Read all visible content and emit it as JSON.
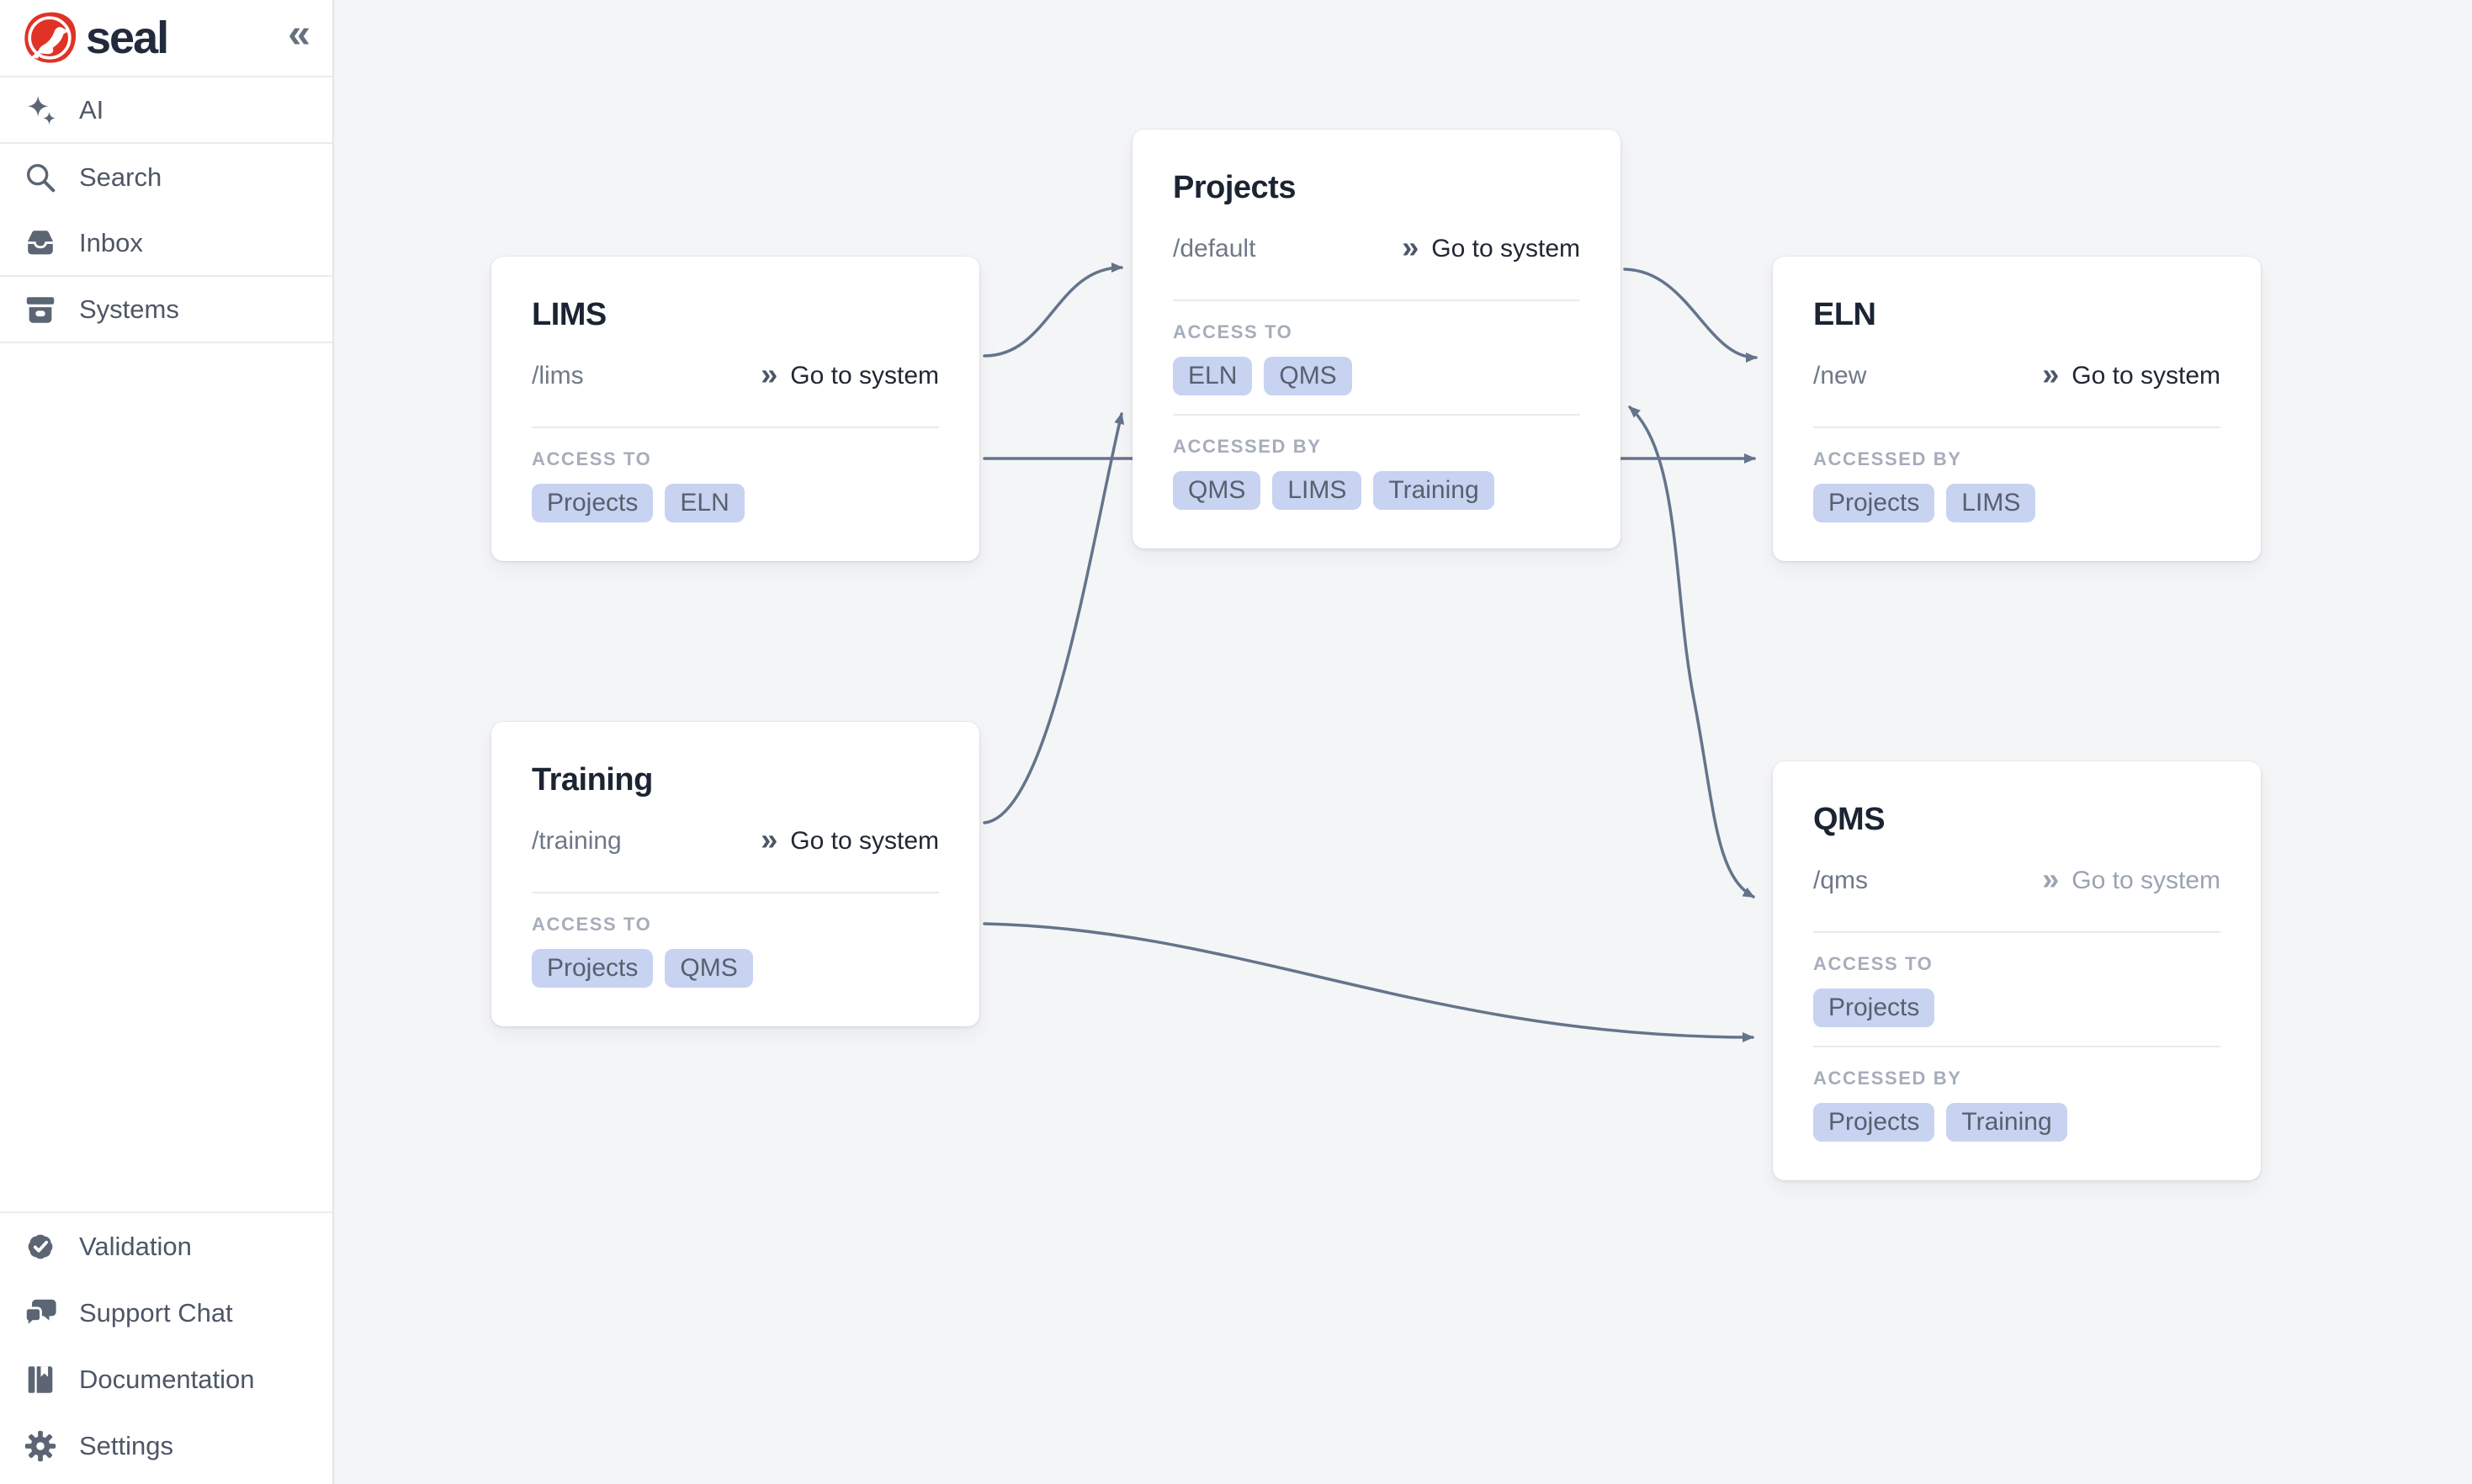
{
  "colors": {
    "brand_red": "#e03226",
    "canvas_bg": "#f4f5f7",
    "arrow": "#64748b",
    "tag_bg": "#c7d3f0",
    "tag_text": "#57606f",
    "title_text": "#1b2433",
    "muted_text": "#6e7888",
    "section_label": "#a6adbb",
    "sidebar_text": "#4d5766",
    "disabled_link": "#9aa3b2"
  },
  "sidebar": {
    "logo_text": "seal",
    "collapse_glyph": "«",
    "items_top": [
      {
        "label": "AI",
        "icon": "sparkles-icon"
      },
      {
        "label": "Search",
        "icon": "search-icon"
      },
      {
        "label": "Inbox",
        "icon": "inbox-icon"
      },
      {
        "label": "Systems",
        "icon": "archive-box-icon"
      }
    ],
    "items_bottom": [
      {
        "label": "Validation",
        "icon": "badge-check-icon"
      },
      {
        "label": "Support Chat",
        "icon": "chat-bubbles-icon"
      },
      {
        "label": "Documentation",
        "icon": "book-icon"
      },
      {
        "label": "Settings",
        "icon": "gear-icon"
      }
    ]
  },
  "canvas": {
    "labels": {
      "access_to": "ACCESS TO",
      "accessed_by": "ACCESSED BY",
      "go_to_system": "Go to system",
      "go_icon": "»"
    },
    "cards": [
      {
        "title": "LIMS",
        "path": "/lims",
        "access_to": [
          "Projects",
          "ELN"
        ]
      },
      {
        "title": "Projects",
        "path": "/default",
        "access_to": [
          "ELN",
          "QMS"
        ],
        "accessed_by": [
          "QMS",
          "LIMS",
          "Training"
        ]
      },
      {
        "title": "ELN",
        "path": "/new",
        "accessed_by": [
          "Projects",
          "LIMS"
        ]
      },
      {
        "title": "Training",
        "path": "/training",
        "access_to": [
          "Projects",
          "QMS"
        ]
      },
      {
        "title": "QMS",
        "path": "/qms",
        "access_to": [
          "Projects"
        ],
        "accessed_by": [
          "Projects",
          "Training"
        ]
      }
    ],
    "edges": [
      {
        "from": "LIMS",
        "to": "Projects"
      },
      {
        "from": "LIMS",
        "to": "ELN"
      },
      {
        "from": "Training",
        "to": "Projects"
      },
      {
        "from": "Training",
        "to": "QMS"
      },
      {
        "from": "Projects",
        "to": "ELN"
      },
      {
        "from": "Projects",
        "to": "QMS",
        "bidirectional": true
      }
    ]
  }
}
